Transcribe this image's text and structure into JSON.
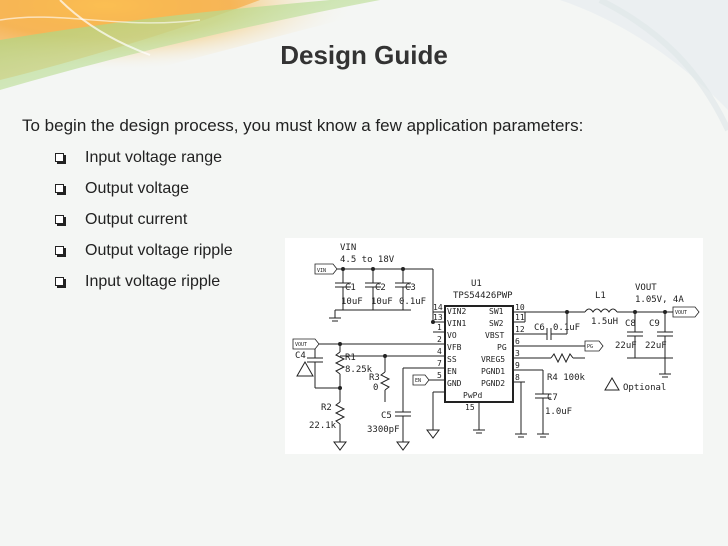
{
  "slide": {
    "title": "Design Guide",
    "intro": "To begin the design process, you must know a few application parameters:",
    "bullets": [
      "Input voltage range",
      "Output voltage",
      "Output current",
      "Output voltage ripple",
      "Input voltage ripple"
    ]
  },
  "schematic": {
    "vin_label": "VIN",
    "vin_range": "4.5 to 18V",
    "vin_tag": "VIN",
    "c1": "C1",
    "c1_val": "10uF",
    "c2": "C2",
    "c2_val": "10uF",
    "c3": "C3",
    "c3_val": "0.1uF",
    "u1": "U1",
    "part": "TPS54426PWP",
    "pins_left": [
      "VIN2",
      "VIN1",
      "VO",
      "VFB",
      "SS",
      "EN",
      "GND"
    ],
    "pins_left_num": [
      "14",
      "13",
      "1",
      "2",
      "4",
      "7",
      "5"
    ],
    "pins_right": [
      "SW1",
      "SW2",
      "VBST",
      "PG",
      "VREG5",
      "PGND1",
      "PGND2"
    ],
    "pins_right_num": [
      "10",
      "11",
      "12",
      "6",
      "3",
      "9",
      "8"
    ],
    "pwpd": "PwPd",
    "pin15": "15",
    "c6": "C6",
    "c6_val": "0.1uF",
    "l1": "L1",
    "l1_val": "1.5uH",
    "vout_label": "VOUT",
    "vout_val": "1.05V, 4A",
    "vout_tag": "VOUT",
    "c8": "C8",
    "c8_val": "22uF",
    "c9": "C9",
    "c9_val": "22uF",
    "pg_tag": "PG",
    "r4": "R4 100k",
    "c7": "C7",
    "c7_val": "1.0uF",
    "optional": "Optional",
    "vout_tag_left": "VOUT",
    "c4": "C4",
    "r1": "R1",
    "r1_val": "8.25k",
    "r2": "R2",
    "r2_val": "22.1k",
    "r3": "R3",
    "r3_val": "0",
    "en_tag": "EN",
    "c5": "C5",
    "c5_val": "3300pF"
  }
}
